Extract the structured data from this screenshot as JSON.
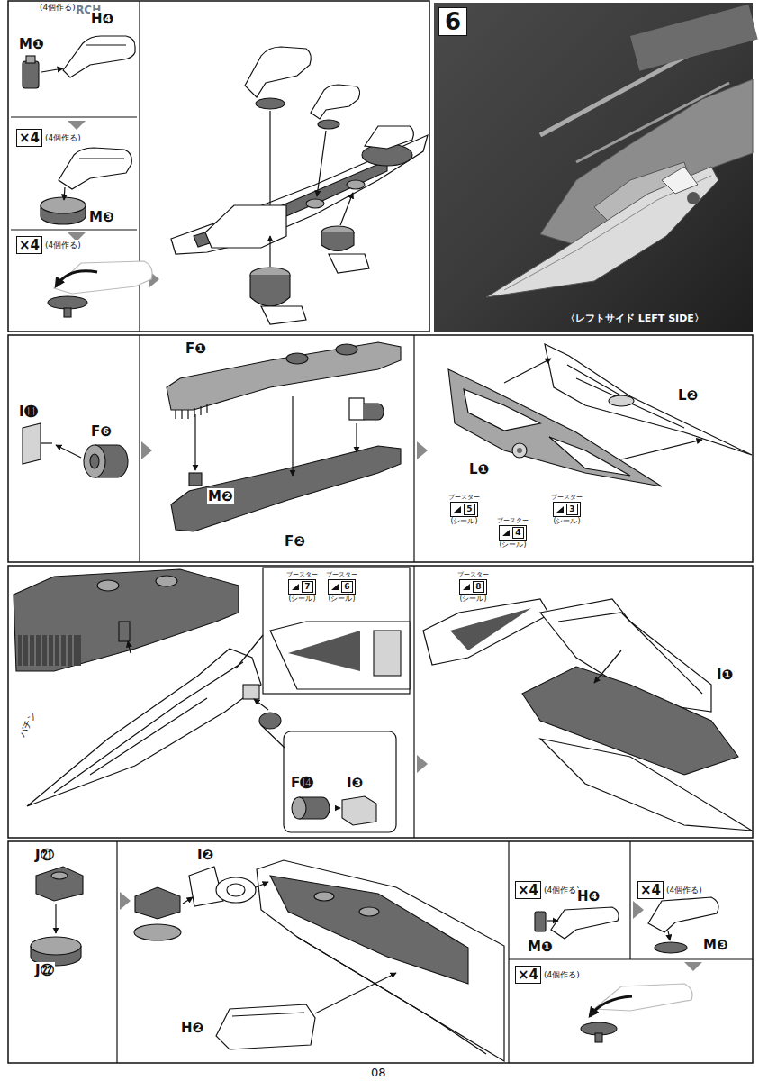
{
  "diagram": {
    "nodes": [
      {
        "text": [
          "×4",
          "(4個作る)"
        ]
      },
      {
        "text": [
          "×4",
          "(4個作る)"
        ]
      },
      {
        "text": [
          "6"
        ]
      },
      {
        "text": [
          "ブースター",
          "5",
          "(シール)"
        ]
      },
      {
        "text": [
          "ブースター",
          "4",
          "(シール)"
        ]
      },
      {
        "text": [
          "ブースター",
          "3",
          "(シール)"
        ]
      },
      {
        "text": [
          "ブースター",
          "7",
          "(シール)"
        ]
      },
      {
        "text": [
          "ブースター",
          "6",
          "(シール)"
        ]
      },
      {
        "text": [
          "ブースター",
          "8",
          "(シール)"
        ]
      },
      {
        "text": [
          "×4",
          "(4個作る)"
        ]
      },
      {
        "text": [
          "×4",
          "(4個作る)"
        ]
      },
      {
        "text": [
          "×4",
          "(4個作る)"
        ]
      }
    ],
    "labels": [
      "SEARCH",
      "(4個作る)",
      "H❹",
      "M❶",
      "M❸",
      "〈レフトサイド LEFT SIDE〉",
      "I⓫",
      "F❻",
      "F❶",
      "M❷",
      "F❷",
      "L❷",
      "L❶",
      "パチン",
      "F⓮",
      "I❸",
      "I❶",
      "J㉑",
      "J㉒",
      "I❷",
      "H❷",
      "H❹",
      "M❶",
      "M❸",
      "08"
    ]
  }
}
